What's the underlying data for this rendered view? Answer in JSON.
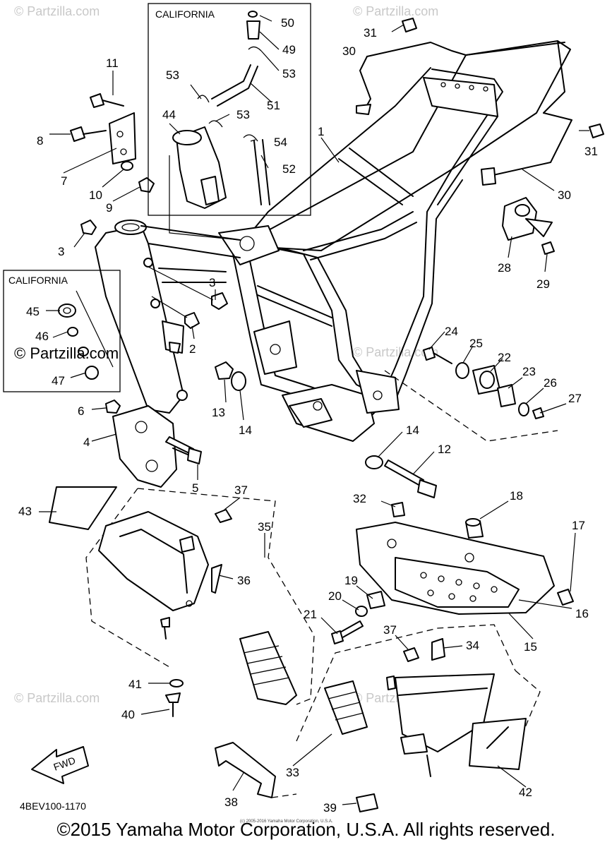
{
  "drawing_code": "4BEV100-1170",
  "copyright": "©2015 Yamaha Motor Corporation, U.S.A. All rights reserved.",
  "tiny_copyright": "(c) 2005-2016 Yamaha Motor Corporation, U.S.A.",
  "watermark": "© Partzilla.com",
  "callouts": {
    "california_box_top": "CALIFORNIA",
    "california_box_left": "CALIFORNIA",
    "fwd": "FWD"
  },
  "part_numbers": [
    "1",
    "2",
    "3",
    "3",
    "4",
    "5",
    "6",
    "7",
    "8",
    "9",
    "10",
    "11",
    "12",
    "13",
    "14",
    "14",
    "15",
    "16",
    "17",
    "18",
    "19",
    "20",
    "21",
    "22",
    "23",
    "24",
    "25",
    "26",
    "27",
    "28",
    "29",
    "30",
    "30",
    "31",
    "31",
    "32",
    "33",
    "34",
    "35",
    "36",
    "37",
    "37",
    "38",
    "39",
    "40",
    "41",
    "42",
    "43",
    "44",
    "45",
    "46",
    "47",
    "49",
    "50",
    "51",
    "52",
    "53",
    "53",
    "53",
    "54"
  ]
}
